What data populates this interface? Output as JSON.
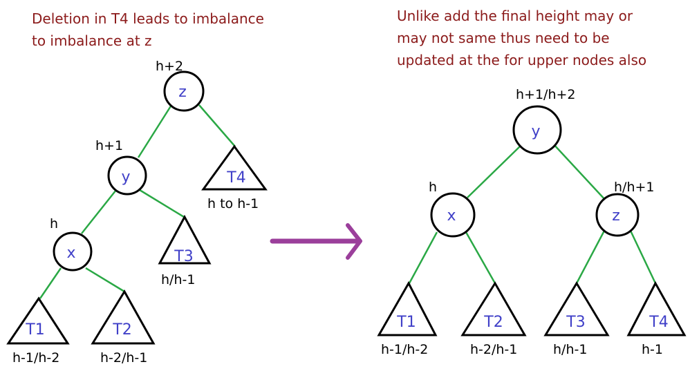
{
  "left": {
    "caption": [
      "Deletion in T4 leads to imbalance",
      "to imbalance at z"
    ],
    "nodes": {
      "z": {
        "label": "z",
        "height": "h+2"
      },
      "y": {
        "label": "y",
        "height": "h+1"
      },
      "x": {
        "label": "x",
        "height": "h"
      }
    },
    "subtrees": {
      "T4": {
        "label": "T4",
        "height": "h to h-1"
      },
      "T3": {
        "label": "T3",
        "height": "h/h-1"
      },
      "T1": {
        "label": "T1",
        "height": "h-1/h-2"
      },
      "T2": {
        "label": "T2",
        "height": "h-2/h-1"
      }
    }
  },
  "right": {
    "caption": [
      "Unlike add the final height may or",
      "may not same thus need to be",
      "updated at the for upper nodes also"
    ],
    "nodes": {
      "y": {
        "label": "y",
        "height": "h+1/h+2"
      },
      "x": {
        "label": "x",
        "height": "h"
      },
      "z": {
        "label": "z",
        "height": "h/h+1"
      }
    },
    "subtrees": {
      "T1": {
        "label": "T1",
        "height": "h-1/h-2"
      },
      "T2": {
        "label": "T2",
        "height": "h-2/h-1"
      },
      "T3": {
        "label": "T3",
        "height": "h/h-1"
      },
      "T4": {
        "label": "T4",
        "height": "h-1"
      }
    }
  },
  "colors": {
    "caption": "#8B1A1A",
    "edge": "#2aa845",
    "node_label": "#4040c8",
    "arrow": "#9b3f9b"
  }
}
